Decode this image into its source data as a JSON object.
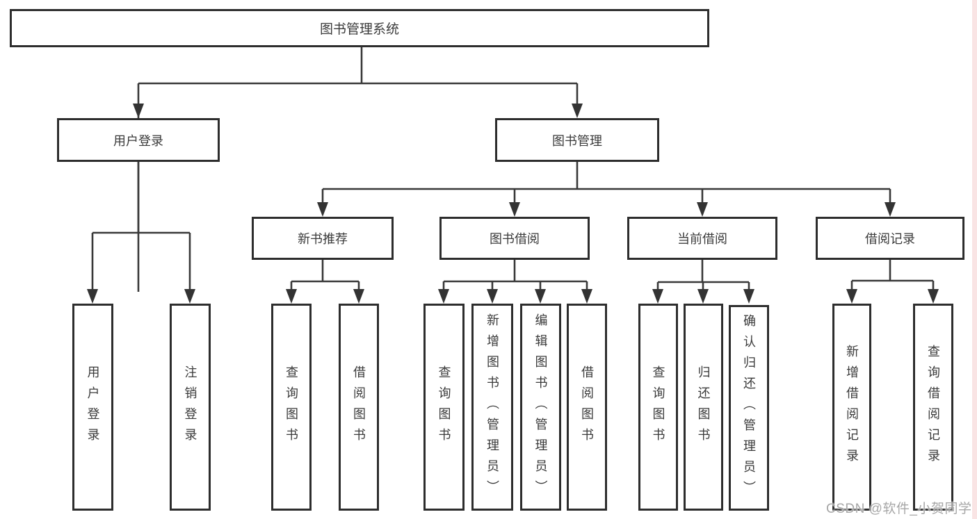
{
  "diagram": {
    "root": {
      "label": "图书管理系统"
    },
    "level2": [
      {
        "label": "用户登录"
      },
      {
        "label": "图书管理"
      }
    ],
    "level3": [
      {
        "label": "新书推荐"
      },
      {
        "label": "图书借阅"
      },
      {
        "label": "当前借阅"
      },
      {
        "label": "借阅记录"
      }
    ],
    "leaves": [
      {
        "label": "用户登录"
      },
      {
        "label": "注销登录"
      },
      {
        "label": "查询图书"
      },
      {
        "label": "借阅图书"
      },
      {
        "label": "查询图书"
      },
      {
        "label": "新增图书（管理员）"
      },
      {
        "label": "编辑图书（管理员）"
      },
      {
        "label": "借阅图书"
      },
      {
        "label": "查询图书"
      },
      {
        "label": "归还图书"
      },
      {
        "label": "确认归还（管理员）"
      },
      {
        "label": "新增借阅记录"
      },
      {
        "label": "查询借阅记录"
      }
    ]
  },
  "watermark": "CSDN @软件_小贺同学",
  "colors": {
    "line": "#383838",
    "box_border": "#2d2d2d",
    "text": "#3a3a3a",
    "watermark": "#969696",
    "edge_strip": "#f9e4e4"
  }
}
